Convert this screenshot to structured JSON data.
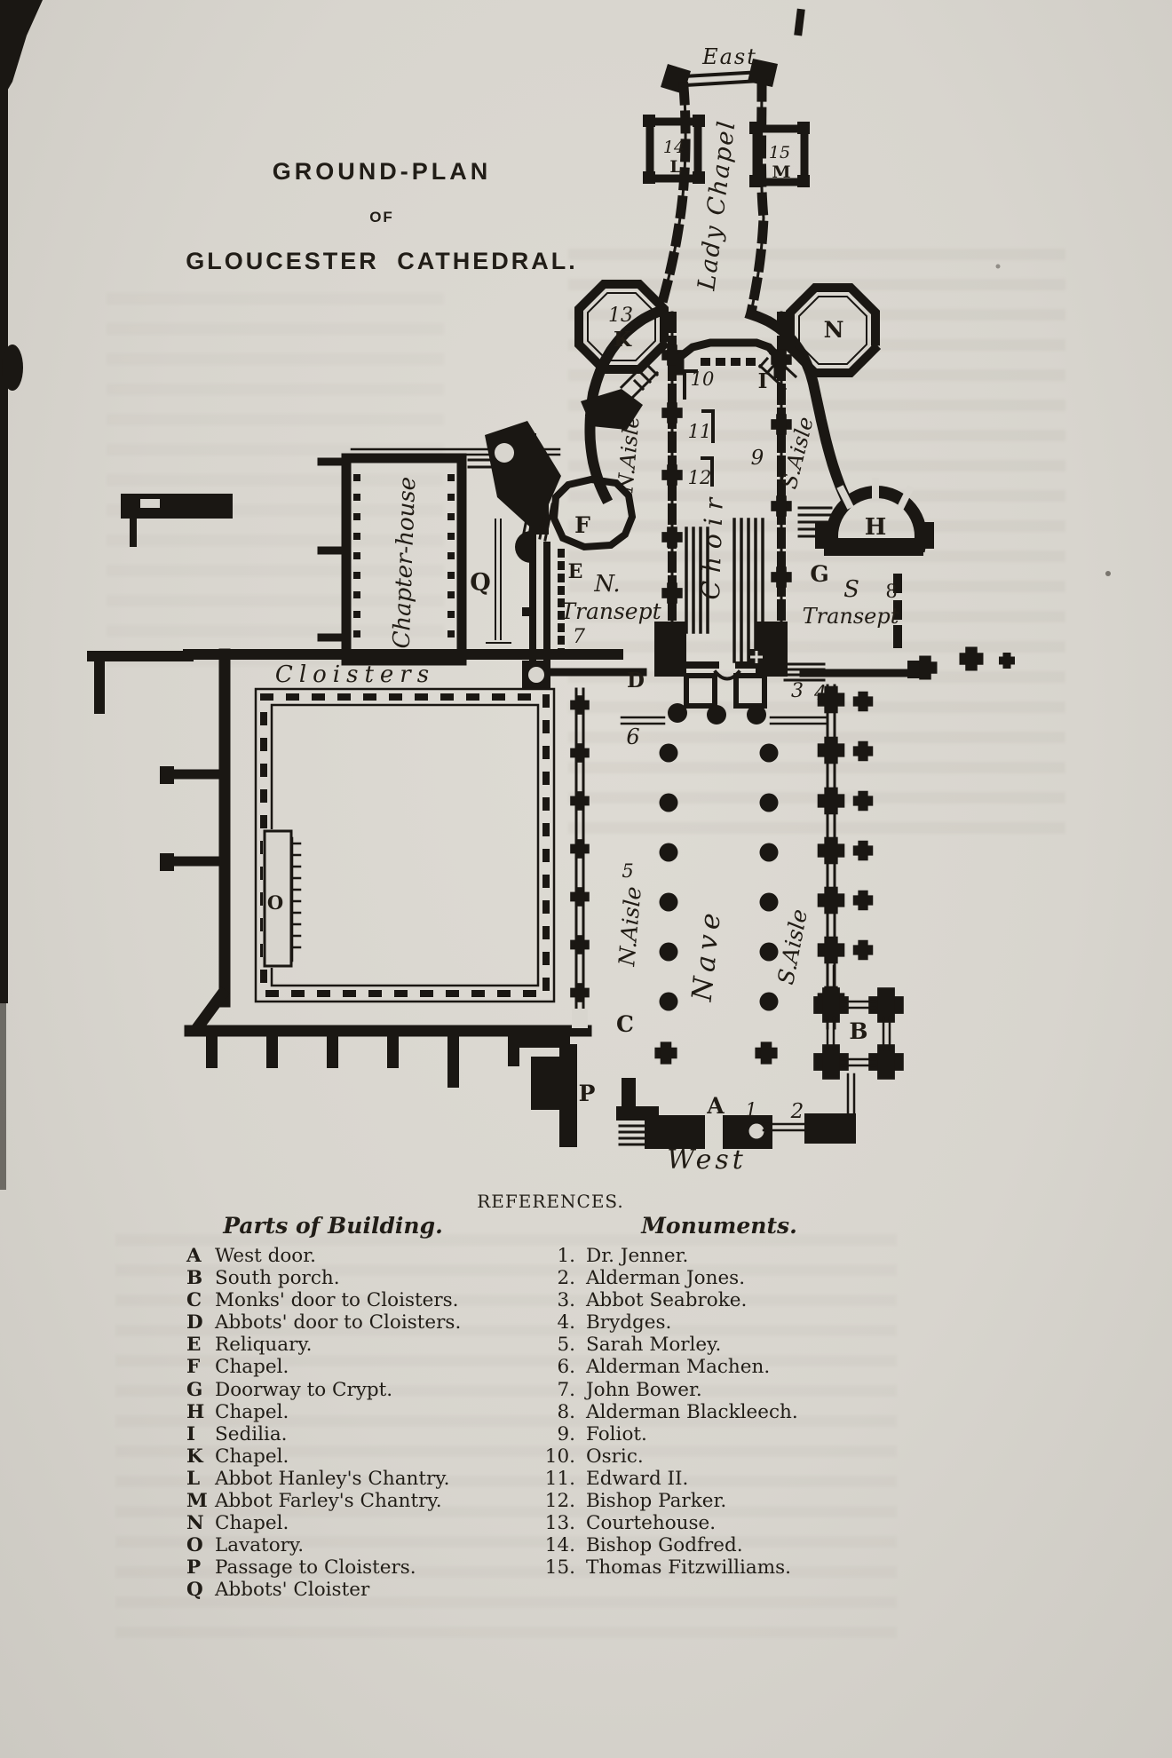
{
  "page": {
    "title_line1": "GROUND-PLAN",
    "title_line2": "OF",
    "title_line3": "GLOUCESTER CATHEDRAL."
  },
  "plan": {
    "compass": {
      "east": "East",
      "west": "West"
    },
    "areas": {
      "lady_chapel": "Lady Chapel",
      "choir": "Choir",
      "nave": "Nave",
      "chapter_house": "Chapter-house",
      "cloisters": "Cloisters",
      "n_aisle_east": "N.Aisle",
      "s_aisle_east": "S.Aisle",
      "n_aisle_nave": "N.Aisle",
      "s_aisle_nave": "S.Aisle",
      "n_transept_line1": "N.",
      "n_transept_line2": "Transept",
      "s_transept_letter": "S",
      "s_transept_line2": "Transept"
    },
    "letters": {
      "A": "A",
      "B": "B",
      "C": "C",
      "D": "D",
      "E": "E",
      "F": "F",
      "G": "G",
      "H": "H",
      "I": "I",
      "K": "K",
      "L": "L",
      "M": "M",
      "N": "N",
      "O": "O",
      "P": "P",
      "Q": "Q"
    },
    "numbers": {
      "n1": "1",
      "n2": "2",
      "n3": "3",
      "n4": "4",
      "n5": "5",
      "n6": "6",
      "n7": "7",
      "n8": "8",
      "n9": "9",
      "n10": "10",
      "n11": "11",
      "n12": "12",
      "n13": "13",
      "n14": "14",
      "n15": "15"
    }
  },
  "references": {
    "heading": "REFERENCES.",
    "parts": {
      "heading": "Parts of Building.",
      "items": [
        {
          "key": "A",
          "label": "West door."
        },
        {
          "key": "B",
          "label": "South porch."
        },
        {
          "key": "C",
          "label": "Monks' door to Cloisters."
        },
        {
          "key": "D",
          "label": "Abbots' door to Cloisters."
        },
        {
          "key": "E",
          "label": "Reliquary."
        },
        {
          "key": "F",
          "label": "Chapel."
        },
        {
          "key": "G",
          "label": "Doorway to Crypt."
        },
        {
          "key": "H",
          "label": "Chapel."
        },
        {
          "key": "I",
          "label": "Sedilia."
        },
        {
          "key": "K",
          "label": "Chapel."
        },
        {
          "key": "L",
          "label": "Abbot Hanley's Chantry."
        },
        {
          "key": "M",
          "label": "Abbot Farley's Chantry."
        },
        {
          "key": "N",
          "label": "Chapel."
        },
        {
          "key": "O",
          "label": "Lavatory."
        },
        {
          "key": "P",
          "label": "Passage to Cloisters."
        },
        {
          "key": "Q",
          "label": "Abbots' Cloister"
        }
      ]
    },
    "monuments": {
      "heading": "Monuments.",
      "items": [
        {
          "key": "1.",
          "label": "Dr. Jenner."
        },
        {
          "key": "2.",
          "label": "Alderman Jones."
        },
        {
          "key": "3.",
          "label": "Abbot Seabroke."
        },
        {
          "key": "4.",
          "label": "Brydges."
        },
        {
          "key": "5.",
          "label": "Sarah Morley."
        },
        {
          "key": "6.",
          "label": "Alderman Machen."
        },
        {
          "key": "7.",
          "label": "John Bower."
        },
        {
          "key": "8.",
          "label": "Alderman Blackleech."
        },
        {
          "key": "9.",
          "label": "Foliot."
        },
        {
          "key": "10.",
          "label": "Osric."
        },
        {
          "key": "11.",
          "label": "Edward II."
        },
        {
          "key": "12.",
          "label": "Bishop Parker."
        },
        {
          "key": "13.",
          "label": "Courtehouse."
        },
        {
          "key": "14.",
          "label": "Bishop Godfred."
        },
        {
          "key": "15.",
          "label": "Thomas Fitzwilliams."
        }
      ]
    }
  }
}
